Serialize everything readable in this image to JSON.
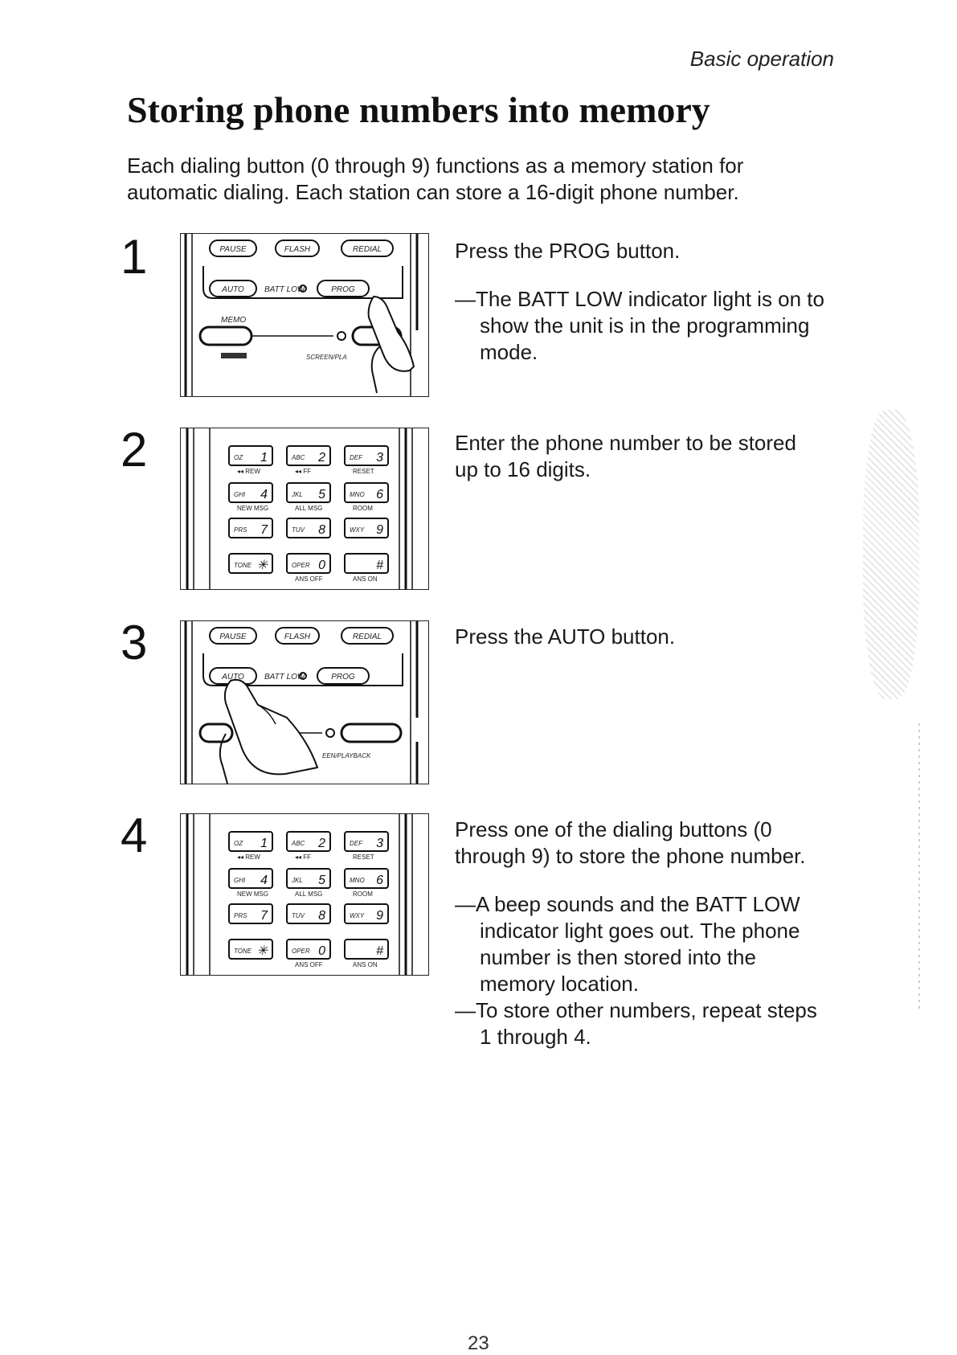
{
  "header": {
    "section": "Basic operation",
    "title": "Storing phone numbers into memory"
  },
  "intro": "Each dialing button (0 through 9) functions as a memory station for automatic dialing. Each station can store a 16-digit phone number.",
  "steps": [
    {
      "number": "1",
      "text": "Press the PROG button.",
      "notes": [
        "—The BATT LOW indicator light is on to show the unit is in the programming mode."
      ]
    },
    {
      "number": "2",
      "text": "Enter the phone number to be stored up to 16 digits.",
      "notes": []
    },
    {
      "number": "3",
      "text": "Press the AUTO button.",
      "notes": []
    },
    {
      "number": "4",
      "text": "Press one of the dialing buttons (0 through 9) to store the phone number.",
      "notes": [
        "—A beep sounds and the BATT LOW indicator light goes out. The phone number is then stored into the memory location.",
        "—To store other numbers, repeat steps 1 through 4."
      ]
    }
  ],
  "control_panel": {
    "pause": "PAUSE",
    "flash": "FLASH",
    "redial": "REDIAL",
    "auto": "AUTO",
    "batt_low": "BATT LOW",
    "prog": "PROG",
    "memo": "MEMO",
    "screen": "SCREEN/PLA",
    "screen_playback": "EEN/PLAYBACK"
  },
  "keypad": {
    "keys": [
      {
        "letters": "OZ",
        "digit": "1"
      },
      {
        "letters": "ABC",
        "digit": "2"
      },
      {
        "letters": "DEF",
        "digit": "3"
      },
      {
        "letters": "GHI",
        "digit": "4"
      },
      {
        "letters": "JKL",
        "digit": "5"
      },
      {
        "letters": "MNO",
        "digit": "6"
      },
      {
        "letters": "PRS",
        "digit": "7"
      },
      {
        "letters": "TUV",
        "digit": "8"
      },
      {
        "letters": "WXY",
        "digit": "9"
      },
      {
        "letters": "TONE",
        "digit": "✳"
      },
      {
        "letters": "OPER",
        "digit": "0"
      },
      {
        "letters": "",
        "digit": "#"
      }
    ],
    "row_labels": [
      [
        "◂◂ REW",
        "◂◂ FF",
        "RESET"
      ],
      [
        "NEW MSG",
        "ALL MSG",
        "ROOM"
      ],
      [
        "",
        "",
        ""
      ],
      [
        "",
        "ANS OFF",
        "ANS ON"
      ]
    ]
  },
  "page_number": "23"
}
